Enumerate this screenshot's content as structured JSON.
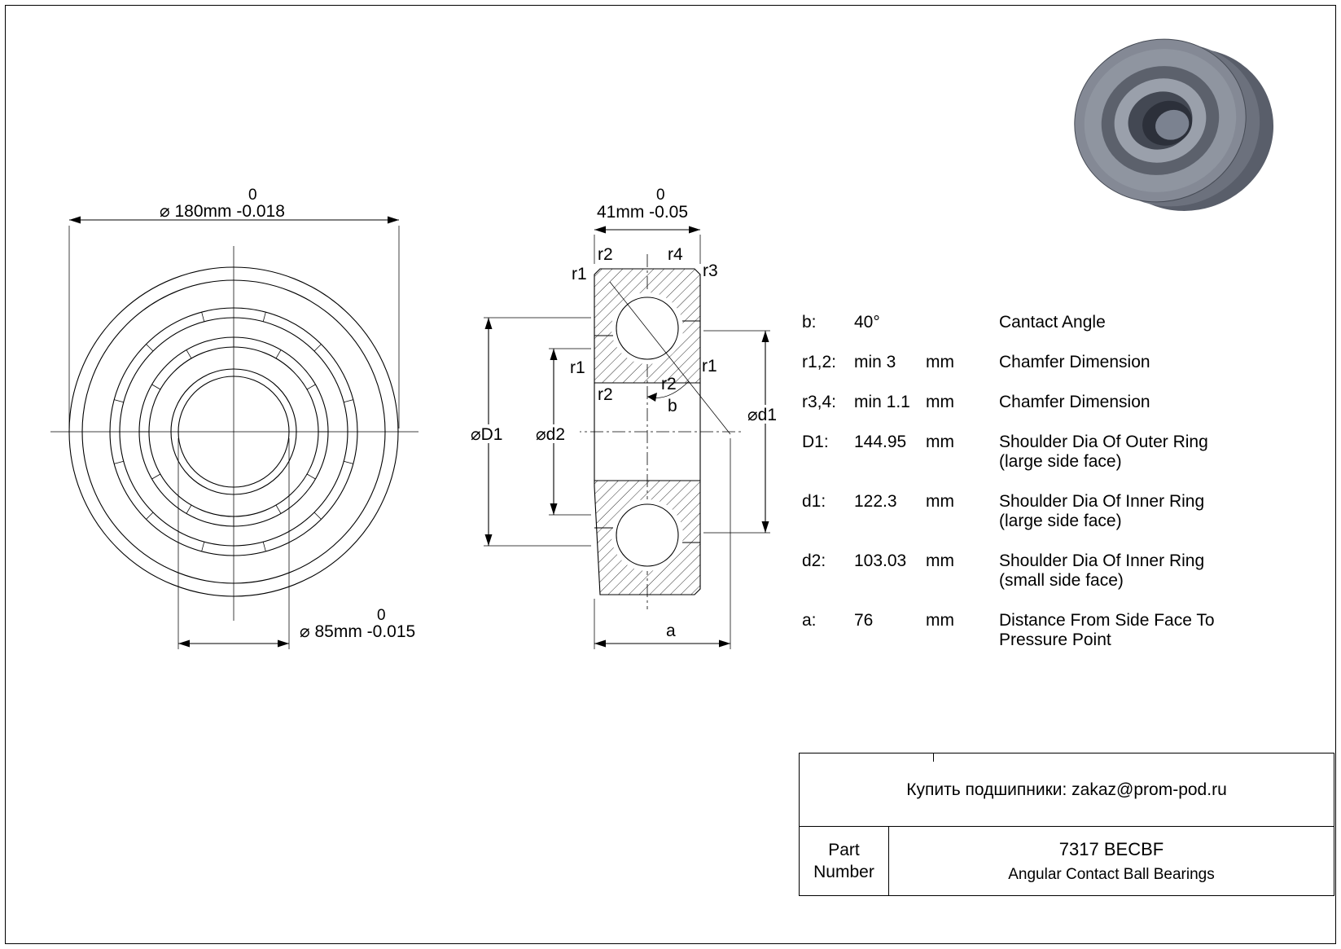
{
  "front_view": {
    "od_tol": "0",
    "od_label": "⌀ 180mm -0.018",
    "bore_tol": "0",
    "bore_label": "⌀ 85mm -0.015"
  },
  "section_view": {
    "width_tol": "0",
    "width_label": "41mm -0.05",
    "r1": "r1",
    "r2": "r2",
    "r3": "r3",
    "r4": "r4",
    "b": "b",
    "dia_D1": "⌀D1",
    "dia_d2": "⌀d2",
    "dia_d1": "⌀d1",
    "a": "a"
  },
  "specs": {
    "rows": [
      {
        "sym": "b:",
        "val": "40°",
        "unit": "",
        "desc": "Cantact Angle",
        "desc2": ""
      },
      {
        "sym": "r1,2:",
        "val": "min 3",
        "unit": "mm",
        "desc": "Chamfer Dimension",
        "desc2": ""
      },
      {
        "sym": "r3,4:",
        "val": "min 1.1",
        "unit": "mm",
        "desc": "Chamfer Dimension",
        "desc2": ""
      },
      {
        "sym": "D1:",
        "val": "144.95",
        "unit": "mm",
        "desc": "Shoulder Dia Of Outer Ring",
        "desc2": "(large side face)"
      },
      {
        "sym": "d1:",
        "val": "122.3",
        "unit": "mm",
        "desc": "Shoulder Dia Of Inner Ring",
        "desc2": "(large side face)"
      },
      {
        "sym": "d2:",
        "val": "103.03",
        "unit": "mm",
        "desc": "Shoulder Dia Of Inner Ring",
        "desc2": "(small side face)"
      },
      {
        "sym": "a:",
        "val": "76",
        "unit": "mm",
        "desc": "Distance From Side Face To",
        "desc2": "Pressure Point"
      }
    ]
  },
  "title_block": {
    "contact": "Купить подшипники: zakaz@prom-pod.ru",
    "part_label": "Part Number",
    "part_number": "7317 BECBF",
    "part_type": "Angular Contact Ball Bearings"
  }
}
